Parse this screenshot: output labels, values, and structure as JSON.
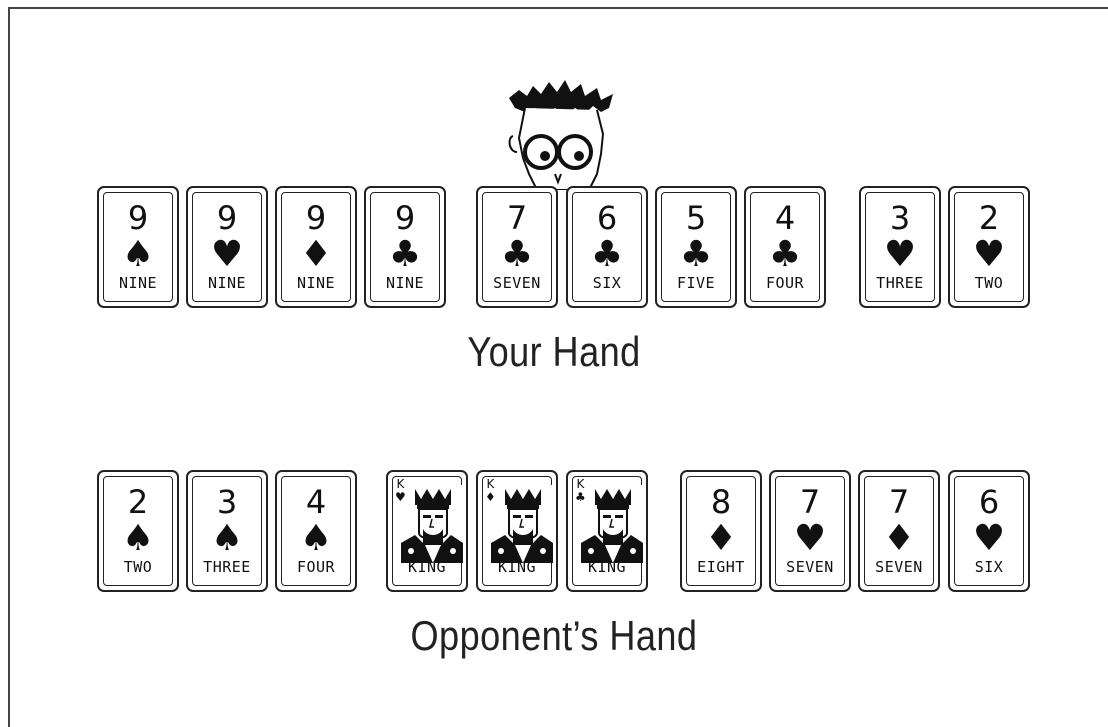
{
  "your_hand": {
    "label": "Your Hand",
    "cards": [
      {
        "rank": "9",
        "suit": "♠",
        "name": "NINE",
        "face": false
      },
      {
        "rank": "9",
        "suit": "♥",
        "name": "NINE",
        "face": false
      },
      {
        "rank": "9",
        "suit": "♦",
        "name": "NINE",
        "face": false
      },
      {
        "rank": "9",
        "suit": "♣",
        "name": "NINE",
        "face": false
      },
      {
        "rank": "7",
        "suit": "♣",
        "name": "SEVEN",
        "face": false
      },
      {
        "rank": "6",
        "suit": "♣",
        "name": "SIX",
        "face": false
      },
      {
        "rank": "5",
        "suit": "♣",
        "name": "FIVE",
        "face": false
      },
      {
        "rank": "4",
        "suit": "♣",
        "name": "FOUR",
        "face": false
      },
      {
        "rank": "3",
        "suit": "♥",
        "name": "THREE",
        "face": false
      },
      {
        "rank": "2",
        "suit": "♥",
        "name": "TWO",
        "face": false
      }
    ]
  },
  "opponent_hand": {
    "label": "Opponent’s Hand",
    "cards": [
      {
        "rank": "2",
        "suit": "♠",
        "name": "TWO",
        "face": false
      },
      {
        "rank": "3",
        "suit": "♠",
        "name": "THREE",
        "face": false
      },
      {
        "rank": "4",
        "suit": "♠",
        "name": "FOUR",
        "face": false
      },
      {
        "rank": "K",
        "suit": "♥",
        "name": "KING",
        "face": true
      },
      {
        "rank": "K",
        "suit": "♦",
        "name": "KING",
        "face": true
      },
      {
        "rank": "K",
        "suit": "♣",
        "name": "KING",
        "face": true
      },
      {
        "rank": "8",
        "suit": "♦",
        "name": "EIGHT",
        "face": false
      },
      {
        "rank": "7",
        "suit": "♥",
        "name": "SEVEN",
        "face": false
      },
      {
        "rank": "7",
        "suit": "♦",
        "name": "SEVEN",
        "face": false
      },
      {
        "rank": "6",
        "suit": "♥",
        "name": "SIX",
        "face": false
      }
    ]
  },
  "icons": {
    "mascot": "peeking-cartoon-character-icon",
    "king": "king-face-card-icon"
  }
}
